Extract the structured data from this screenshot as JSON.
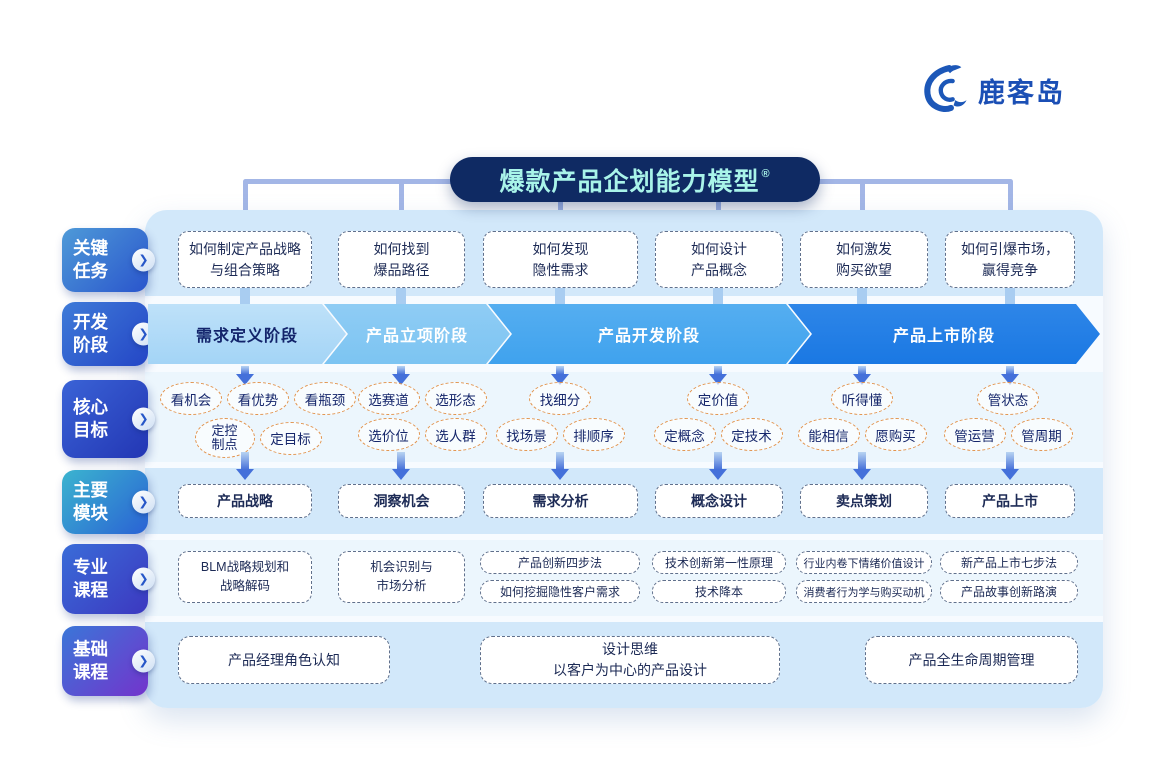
{
  "brand": {
    "name": "鹿客岛"
  },
  "title": {
    "text": "爆款产品企划能力模型",
    "reg": "®"
  },
  "sidebar": {
    "rows": [
      {
        "label": "关键\n任务"
      },
      {
        "label": "开发\n阶段"
      },
      {
        "label": "核心\n目标"
      },
      {
        "label": "主要\n模块"
      },
      {
        "label": "专业\n课程"
      },
      {
        "label": "基础\n课程"
      }
    ],
    "chevron": "❯"
  },
  "key_tasks": {
    "items": [
      "如何制定产品战略\n与组合策略",
      "如何找到\n爆品路径",
      "如何发现\n隐性需求",
      "如何设计\n产品概念",
      "如何激发\n购买欲望",
      "如何引爆市场，\n赢得竞争"
    ]
  },
  "phases": {
    "items": [
      {
        "label": "需求定义阶段",
        "color": "#aed9f7",
        "text_color": "#13246b"
      },
      {
        "label": "产品立项阶段",
        "color": "#7cc4f2",
        "text_color": "#ffffff"
      },
      {
        "label": "产品开发阶段",
        "color": "#3fa2ee",
        "text_color": "#ffffff"
      },
      {
        "label": "产品上市阶段",
        "color": "#1a78e3",
        "text_color": "#ffffff"
      }
    ]
  },
  "goals": {
    "cols": [
      {
        "top": [
          "看机会",
          "看优势",
          "看瓶颈"
        ],
        "bottom": [
          "定控\n制点",
          "定目标"
        ]
      },
      {
        "top": [
          "选赛道",
          "选形态"
        ],
        "bottom": [
          "选价位",
          "选人群"
        ]
      },
      {
        "top": [
          "找细分"
        ],
        "bottom": [
          "找场景",
          "排顺序"
        ]
      },
      {
        "top": [
          "定价值"
        ],
        "bottom": [
          "定概念",
          "定技术"
        ]
      },
      {
        "top": [
          "听得懂"
        ],
        "bottom": [
          "能相信",
          "愿购买"
        ]
      },
      {
        "top": [
          "管状态"
        ],
        "bottom": [
          "管运营",
          "管周期"
        ]
      }
    ]
  },
  "modules": {
    "items": [
      "产品战略",
      "洞察机会",
      "需求分析",
      "概念设计",
      "卖点策划",
      "产品上市"
    ]
  },
  "pro_courses": {
    "tall": [
      "BLM战略规划和\n战略解码",
      "机会识别与\n市场分析"
    ],
    "stacked": [
      [
        "产品创新四步法",
        "如何挖掘隐性客户需求"
      ],
      [
        "技术创新第一性原理",
        "技术降本"
      ],
      [
        "行业内卷下情绪价值设计",
        "消费者行为学与购买动机"
      ],
      [
        "新产品上市七步法",
        "产品故事创新路演"
      ]
    ]
  },
  "basic_courses": {
    "items": [
      "产品经理角色认知",
      "设计思维\n以客户为中心的产品设计",
      "产品全生命周期管理"
    ]
  }
}
